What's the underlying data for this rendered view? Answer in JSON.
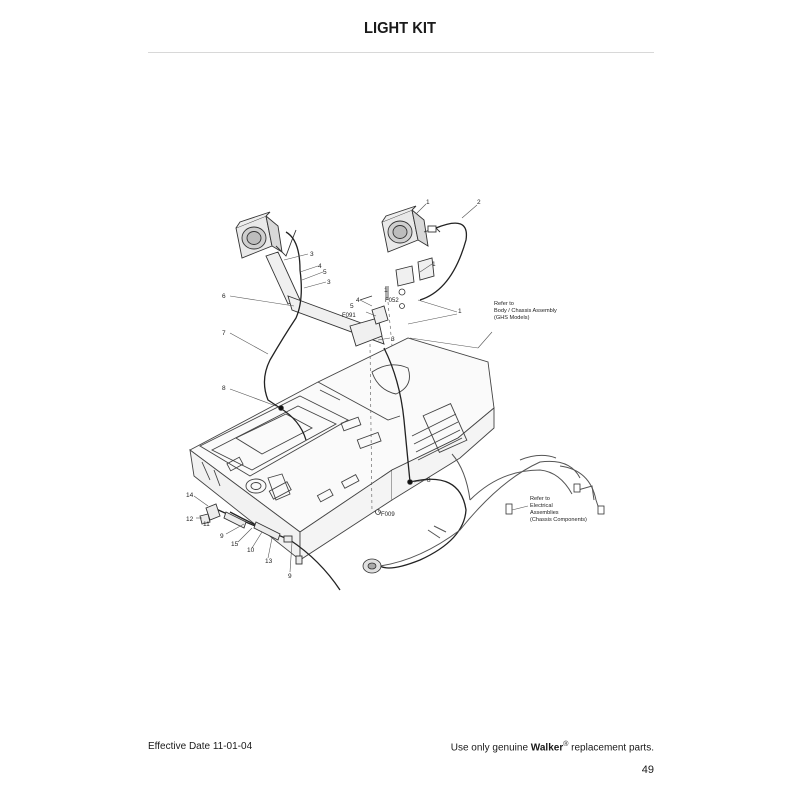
{
  "page": {
    "title": "LIGHT KIT",
    "effective_date": "Effective Date 11-01-04",
    "footer_prefix": "Use only genuine ",
    "footer_brand": "Walker",
    "footer_reg": "®",
    "footer_suffix": " replacement parts.",
    "page_number": "49"
  },
  "callouts": {
    "body_chassis": [
      "Refer to",
      "Body / Chassis Assembly",
      "(GHS Models)"
    ],
    "electrical": [
      "Refer to",
      "Electrical",
      "Assemblies",
      "(Chassis Components)"
    ],
    "part_codes": {
      "f052": "F052",
      "f091": "F091",
      "f009": "F009"
    },
    "numbers": {
      "n1a": "1",
      "n2": "2",
      "n1b": "1",
      "n1c": "1",
      "n1d": "1",
      "n3a": "3",
      "n4a": "4",
      "n5a": "5",
      "n3b": "3",
      "n6": "6",
      "n4b": "4",
      "n5b": "5",
      "n3c": "3",
      "n7": "7",
      "n8a": "8",
      "n8b": "8",
      "n14": "14",
      "n12": "12",
      "n11": "11",
      "n9a": "9",
      "n15": "15",
      "n10": "10",
      "n13": "13",
      "n9b": "9"
    }
  }
}
